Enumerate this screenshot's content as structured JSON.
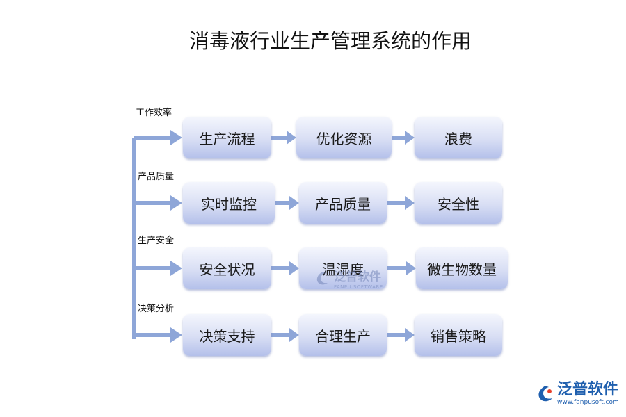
{
  "title": "消毒液行业生产管理系统的作用",
  "rows": [
    {
      "label": "工作效率",
      "boxes": [
        "生产流程",
        "优化资源",
        "浪费"
      ]
    },
    {
      "label": "产品质量",
      "boxes": [
        "实时监控",
        "产品质量",
        "安全性"
      ]
    },
    {
      "label": "生产安全",
      "boxes": [
        "安全状况",
        "温湿度",
        "微生物数量"
      ]
    },
    {
      "label": "决策分析",
      "boxes": [
        "决策支持",
        "合理生产",
        "销售策略"
      ]
    }
  ],
  "watermark": {
    "brand": "泛普软件",
    "sub": "FANPU SOFTWARE"
  },
  "logo": {
    "brand": "泛普软件",
    "url": "www.fanpusoft.com"
  },
  "colors": {
    "arrow": "#8ea6d8",
    "box_top": "#f4f6fd",
    "box_bottom": "#b4c0ea",
    "logo": "#1f5fae"
  }
}
